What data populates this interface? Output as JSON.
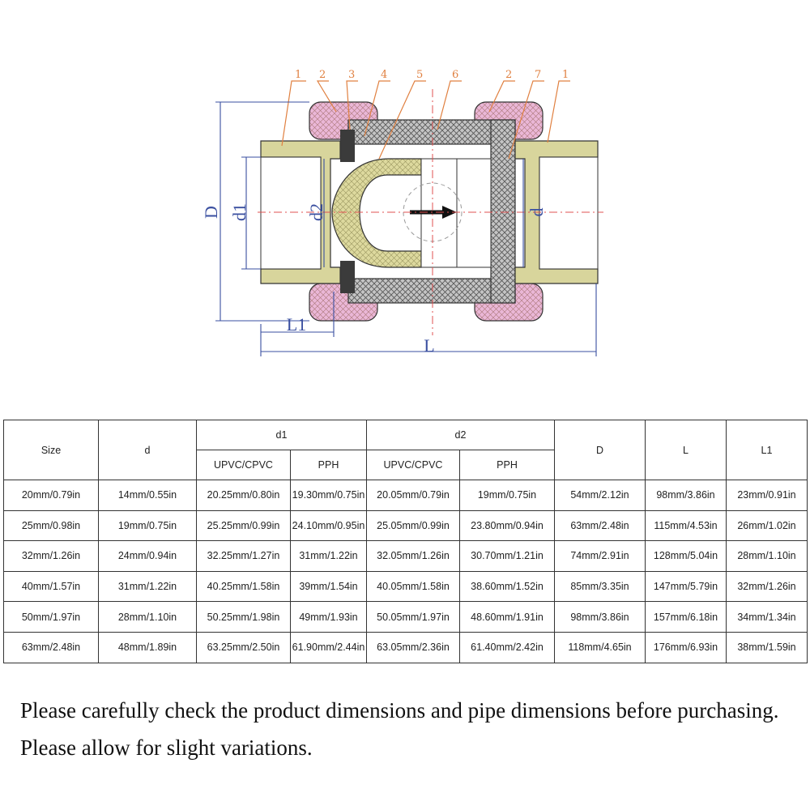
{
  "diagram": {
    "callouts": [
      "1",
      "2",
      "3",
      "4",
      "5",
      "6",
      "2",
      "7",
      "1"
    ],
    "dimension_labels": {
      "D": "D",
      "d1": "d1",
      "d2": "d2",
      "d": "d",
      "L1": "L1",
      "L": "L"
    },
    "colors": {
      "pipe_body": "#d9d79f",
      "union_nut": "#e9b7d6",
      "inner_body": "#b9b9b9",
      "callout_line": "#e08040",
      "centerline": "#e05050",
      "dimension_line": "#3a4fa0",
      "outline": "#333333"
    }
  },
  "table": {
    "header": {
      "size": "Size",
      "d": "d",
      "d1": "d1",
      "d2": "d2",
      "D": "D",
      "L": "L",
      "L1": "L1",
      "d1_sub": [
        "UPVC/CPVC",
        "PPH"
      ],
      "d2_sub": [
        "UPVC/CPVC",
        "PPH"
      ]
    },
    "rows": [
      [
        "20mm/0.79in",
        "14mm/0.55in",
        "20.25mm/0.80in",
        "19.30mm/0.75in",
        "20.05mm/0.79in",
        "19mm/0.75in",
        "54mm/2.12in",
        "98mm/3.86in",
        "23mm/0.91in"
      ],
      [
        "25mm/0.98in",
        "19mm/0.75in",
        "25.25mm/0.99in",
        "24.10mm/0.95in",
        "25.05mm/0.99in",
        "23.80mm/0.94in",
        "63mm/2.48in",
        "115mm/4.53in",
        "26mm/1.02in"
      ],
      [
        "32mm/1.26in",
        "24mm/0.94in",
        "32.25mm/1.27in",
        "31mm/1.22in",
        "32.05mm/1.26in",
        "30.70mm/1.21in",
        "74mm/2.91in",
        "128mm/5.04in",
        "28mm/1.10in"
      ],
      [
        "40mm/1.57in",
        "31mm/1.22in",
        "40.25mm/1.58in",
        "39mm/1.54in",
        "40.05mm/1.58in",
        "38.60mm/1.52in",
        "85mm/3.35in",
        "147mm/5.79in",
        "32mm/1.26in"
      ],
      [
        "50mm/1.97in",
        "28mm/1.10in",
        "50.25mm/1.98in",
        "49mm/1.93in",
        "50.05mm/1.97in",
        "48.60mm/1.91in",
        "98mm/3.86in",
        "157mm/6.18in",
        "34mm/1.34in"
      ],
      [
        "63mm/2.48in",
        "48mm/1.89in",
        "63.25mm/2.50in",
        "61.90mm/2.44in",
        "63.05mm/2.36in",
        "61.40mm/2.42in",
        "118mm/4.65in",
        "176mm/6.93in",
        "38mm/1.59in"
      ]
    ]
  },
  "notes": [
    "Please carefully check the product dimensions and pipe dimensions before purchasing.",
    "Please allow for slight variations."
  ]
}
